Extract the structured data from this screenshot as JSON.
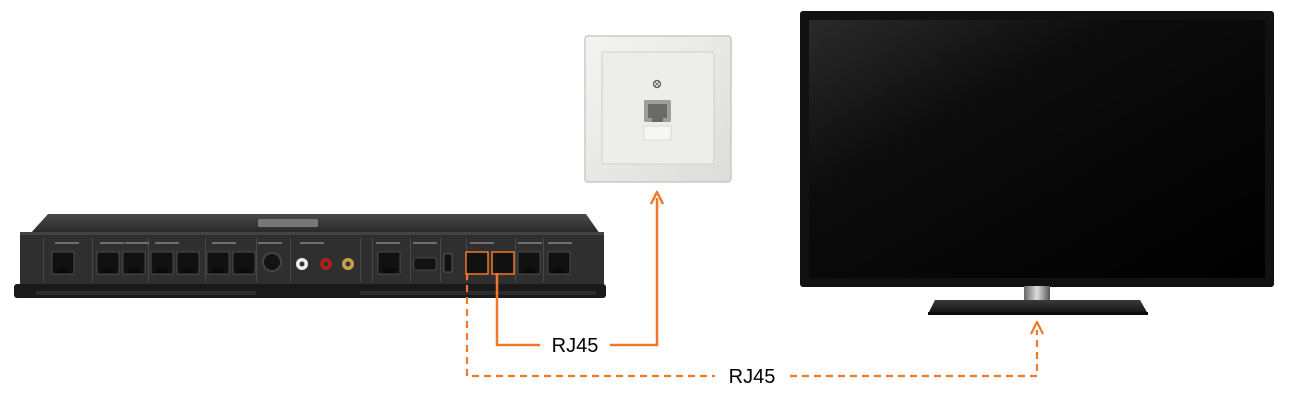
{
  "diagram": {
    "connections": [
      {
        "id": "solid",
        "label": "RJ45",
        "style": "solid",
        "from": "codec-lan-port",
        "to": "wall-data-socket"
      },
      {
        "id": "dashed",
        "label": "RJ45",
        "style": "dashed",
        "from": "codec-lan-port",
        "to": "tv-display"
      }
    ],
    "colors": {
      "cable": "#f07828",
      "device": "#2b2b2b",
      "plate": "#e9e9e6"
    },
    "codec": {
      "brand": "",
      "port_labels": [
        "",
        "",
        "",
        "",
        "",
        "",
        "",
        "",
        "",
        "",
        "",
        "",
        "",
        "",
        ""
      ]
    }
  }
}
